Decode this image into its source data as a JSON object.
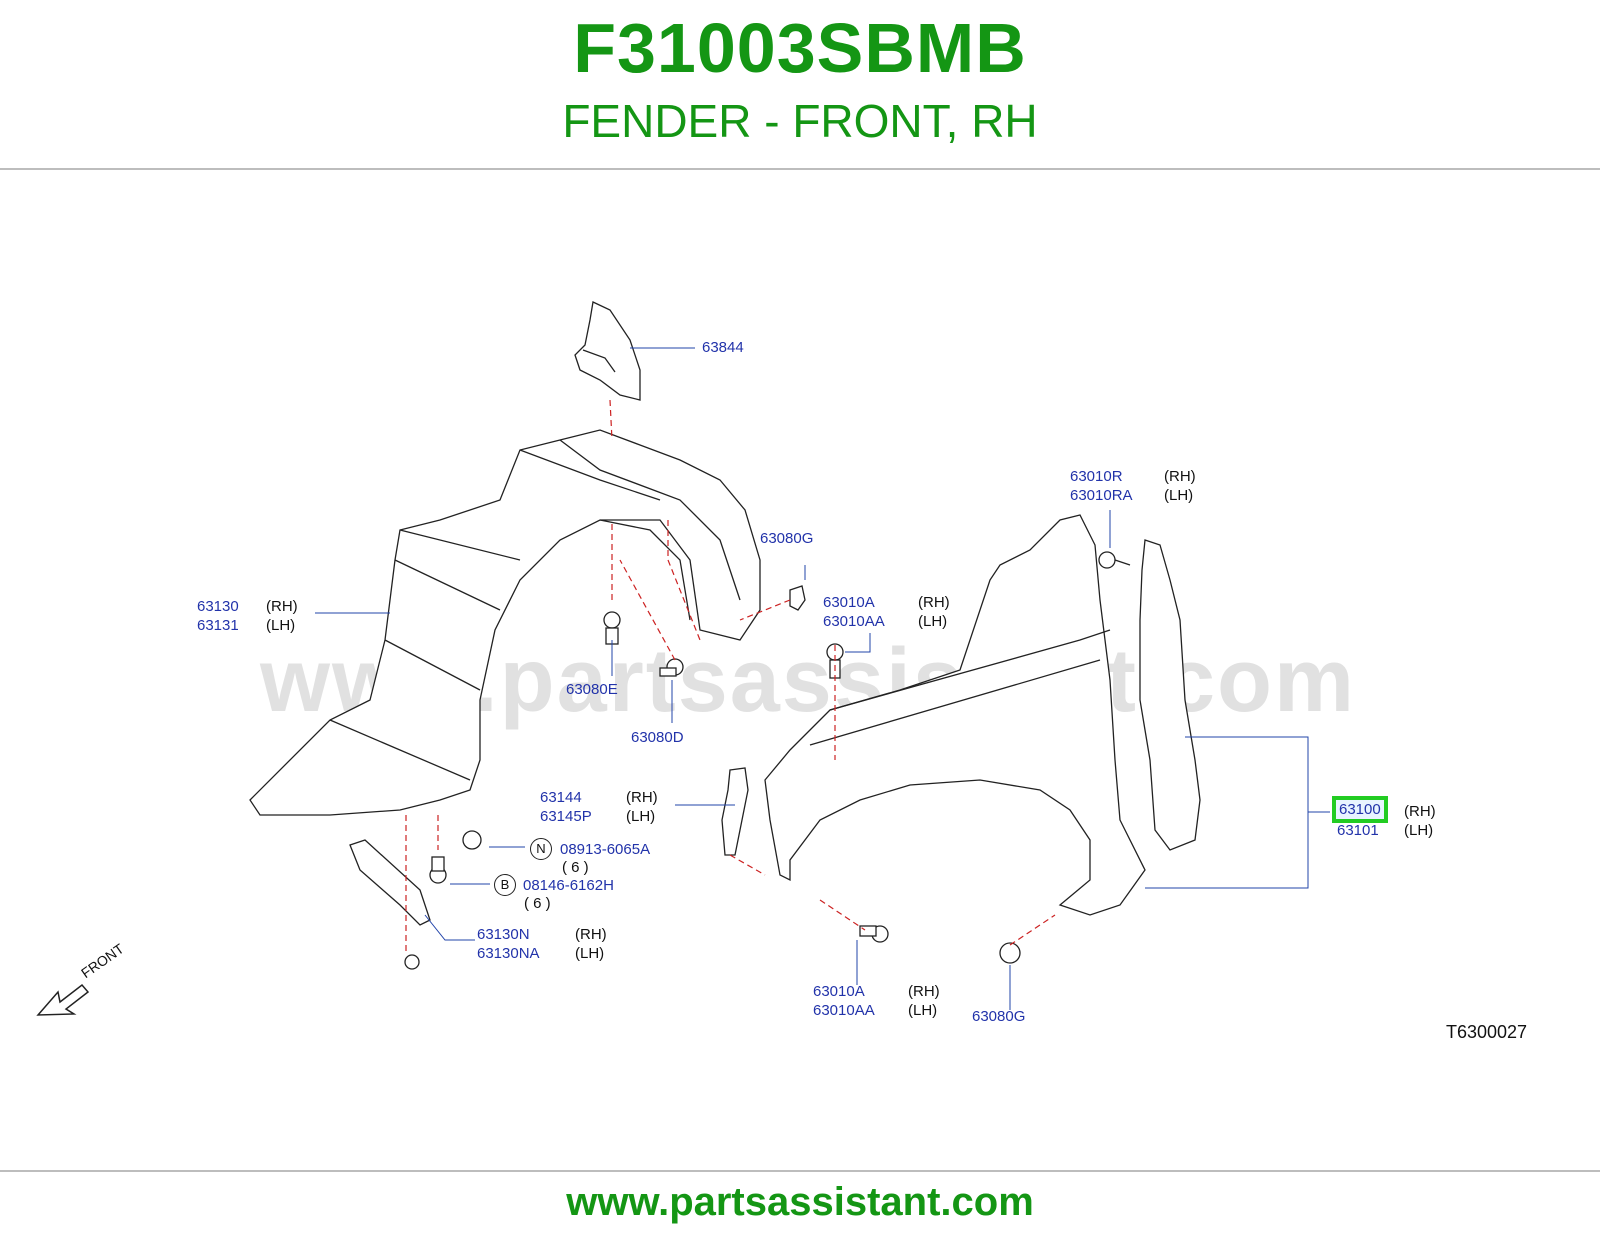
{
  "header": {
    "part_number": "F31003SBMB",
    "title": "FENDER - FRONT, RH"
  },
  "footer": {
    "url": "www.partsassistant.com"
  },
  "watermark": "www.partsassistant.com",
  "diagram": {
    "reference_code": "T6300027",
    "front_label": "FRONT",
    "highlight_color": "#22cc22",
    "labels": {
      "p63844": "63844",
      "p63130": "63130",
      "p63131": "63131",
      "p63080G_top": "63080G",
      "p63080E": "63080E",
      "p63080D": "63080D",
      "p63010A_top": "63010A",
      "p63010AA_top": "63010AA",
      "p63010R": "63010R",
      "p63010RA": "63010RA",
      "p63144": "63144",
      "p63145P": "63145P",
      "p08913": "08913-6065A",
      "p08146": "08146-6162H",
      "p63130N": "63130N",
      "p63130NA": "63130NA",
      "p63100": "63100",
      "p63101": "63101",
      "p63010A_bot": "63010A",
      "p63010AA_bot": "63010AA",
      "p63080G_bot": "63080G"
    },
    "sides": {
      "rh": "(RH)",
      "lh": "(LH)"
    },
    "badges": {
      "n": "N",
      "b": "B"
    },
    "quantities": {
      "q1": "(  6  )",
      "q2": "(  6  )"
    }
  }
}
